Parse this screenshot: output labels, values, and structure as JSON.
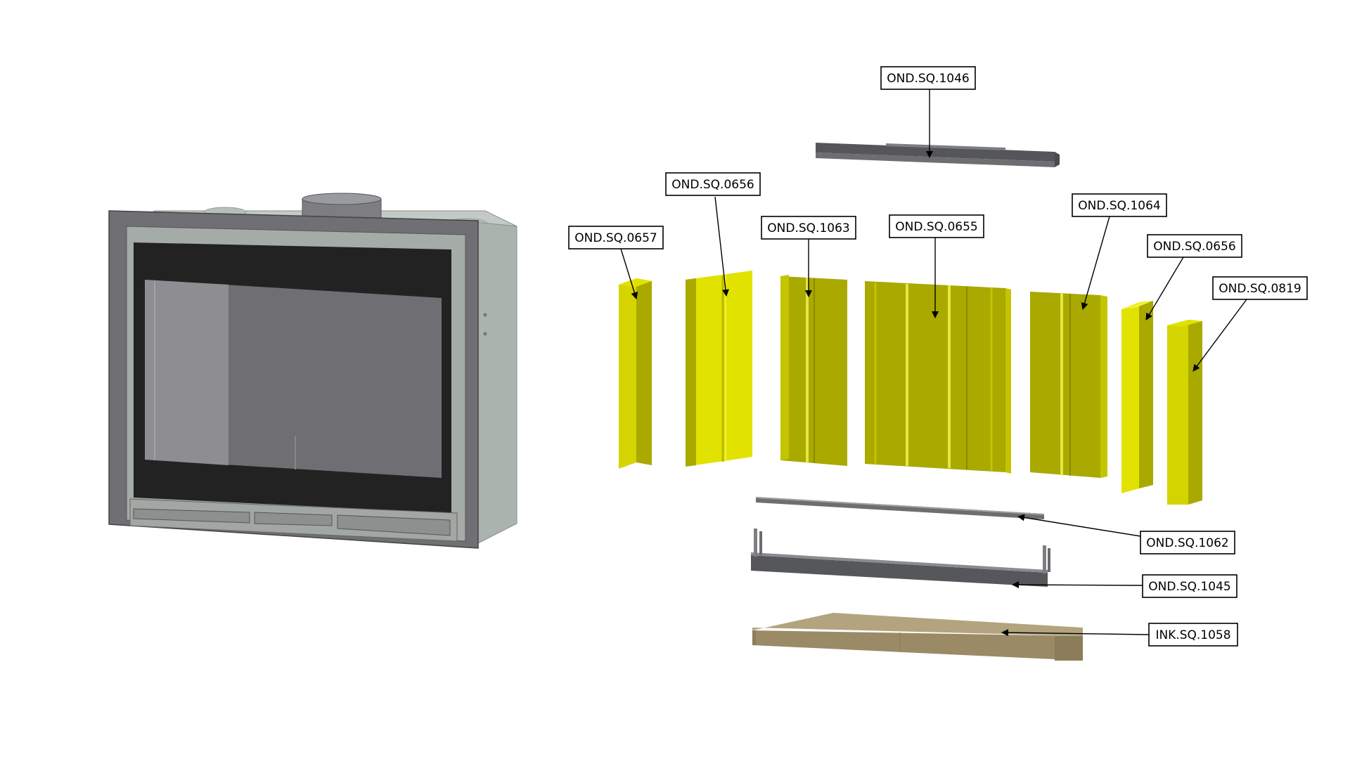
{
  "callouts": [
    {
      "id": "top-deflector",
      "label": "OND.SQ.1046"
    },
    {
      "id": "side-narrow-left",
      "label": "OND.SQ.0657"
    },
    {
      "id": "side-wide-left",
      "label": "OND.SQ.0656"
    },
    {
      "id": "back-left",
      "label": "OND.SQ.1063"
    },
    {
      "id": "back-center",
      "label": "OND.SQ.0655"
    },
    {
      "id": "back-right",
      "label": "OND.SQ.1064"
    },
    {
      "id": "side-narrow-right",
      "label": "OND.SQ.0656"
    },
    {
      "id": "side-far-right",
      "label": "OND.SQ.0819"
    },
    {
      "id": "grate-rod",
      "label": "OND.SQ.1062"
    },
    {
      "id": "front-rail",
      "label": "OND.SQ.1045"
    },
    {
      "id": "base-plate",
      "label": "INK.SQ.1058"
    }
  ],
  "colors": {
    "refractory_yellow": "#d4d400",
    "refractory_yellow_dark": "#a9a900",
    "steel_grey": "#6e6e72",
    "base_tan": "#9a8a66",
    "fireplace_frame": "#6f6f74",
    "fireplace_casing": "#aab3ad"
  }
}
